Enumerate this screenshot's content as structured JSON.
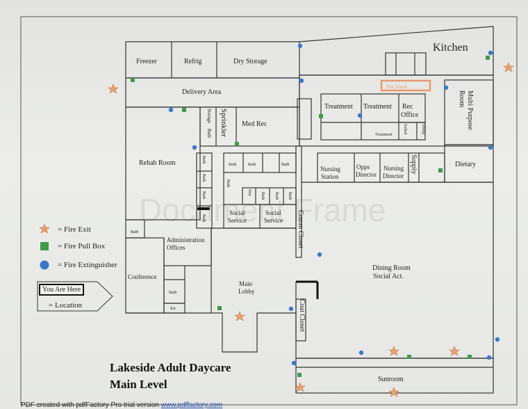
{
  "title_line1": "Lakeside Adult Daycare",
  "title_line2": "Main Level",
  "legend": {
    "fire_exit": "= Fire Exit",
    "pull_box": "= Fire Pull Box",
    "extinguisher": "= Fire Extinguisher",
    "you_are_here": "You Are Here",
    "location": "= Location"
  },
  "rooms": {
    "kitchen": "Kitchen",
    "freezer": "Freezer",
    "refrig": "Refrig",
    "dry_storage": "Dry Storage",
    "delivery_area": "Delivery Area",
    "storage": "Storage",
    "bath": "Bath",
    "sprinkler": "Sprinkler",
    "med_rec": "Med Rec",
    "treatment": "Treatment",
    "rec_office_1": "Rec",
    "rec_office_2": "Office",
    "multi_purpose_1": "Multi Purpose",
    "multi_purpose_2": "Room",
    "fire_alarm": "Fire Alarm",
    "soiled_1": "Soiled",
    "soiled_2": "Utility",
    "rehab_room": "Rehab Room",
    "nursing_station_1": "Nursing",
    "nursing_station_2": "Station",
    "opps_director_1": "Opps",
    "opps_director_2": "Director",
    "nursing_director_1": "Nursing",
    "nursing_director_2": "Director",
    "supply": "Supply",
    "dietary": "Dietary",
    "stor": "Stor",
    "social_service_1": "Social",
    "social_service_2": "Service",
    "comm_closet": "Comm Closet",
    "admin_1": "Administration",
    "admin_2": "Offices",
    "conference": "Conference",
    "main_lobby_1": "Main",
    "main_lobby_2": "Lobby",
    "kit": "Kit",
    "coat_closet": "Coat Closet",
    "dining_1": "Dining Room",
    "dining_2": "Social Act.",
    "sunroom": "Sunroom"
  },
  "watermark": "Document Frame",
  "footer": {
    "prefix": "PDF created with pdfFactory Pro trial version ",
    "link": "www.pdffactory.com"
  },
  "colors": {
    "fire_exit": "#e8a070",
    "pull_box": "#3f9a4a",
    "extinguisher": "#3b78c8",
    "you_are_here": "#e89a70"
  }
}
